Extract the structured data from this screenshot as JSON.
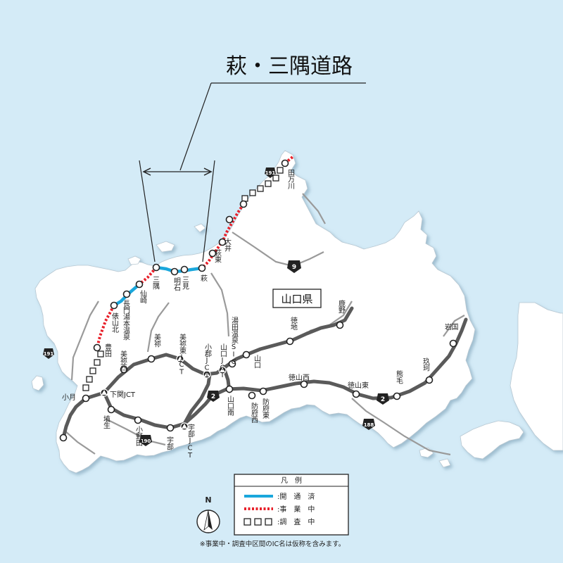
{
  "title": "萩・三隅道路",
  "prefecture_label": "山口県",
  "north_label": "N",
  "footnote": "※事業中・調査中区間のIC名は仮称を含みます。",
  "legend": {
    "heading": "凡　例",
    "items": [
      {
        "label": ":開　通　済",
        "status": "open",
        "color": "#1aa7dc"
      },
      {
        "label": ":事　業　中",
        "status": "construction",
        "color": "#e8202a"
      },
      {
        "label": ":調　査　中",
        "status": "survey",
        "color": "#222222"
      }
    ]
  },
  "route_shields": [
    {
      "number": "191",
      "type": "national",
      "at": "north-coast"
    },
    {
      "number": "9",
      "type": "national",
      "at": "central"
    },
    {
      "number": "191",
      "type": "national",
      "at": "west-coast"
    },
    {
      "number": "2",
      "type": "national",
      "at": "shin-yamaguchi"
    },
    {
      "number": "2",
      "type": "national",
      "at": "shunan"
    },
    {
      "number": "188",
      "type": "national",
      "at": "south-east"
    },
    {
      "number": "190",
      "type": "national",
      "at": "onoda"
    }
  ],
  "labels": [
    {
      "text": "田万川"
    },
    {
      "text": "大井"
    },
    {
      "text": "萩東"
    },
    {
      "text": "萩"
    },
    {
      "text": "三見"
    },
    {
      "text": "明石"
    },
    {
      "text": "三隅"
    },
    {
      "text": "仙崎"
    },
    {
      "text": "長門湯本温泉"
    },
    {
      "text": "俵山北"
    },
    {
      "text": "豊田"
    },
    {
      "text": "美祢西"
    },
    {
      "text": "美祢"
    },
    {
      "text": "美祢東JCT"
    },
    {
      "text": "小郡JCT"
    },
    {
      "text": "山口JCT"
    },
    {
      "text": "湯田温泉SIC"
    },
    {
      "text": "山口"
    },
    {
      "text": "徳地"
    },
    {
      "text": "鹿野"
    },
    {
      "text": "岩国"
    },
    {
      "text": "玖珂"
    },
    {
      "text": "熊毛"
    },
    {
      "text": "徳山東"
    },
    {
      "text": "徳山西"
    },
    {
      "text": "防府東"
    },
    {
      "text": "防府西"
    },
    {
      "text": "山口南"
    },
    {
      "text": "宇部JCT"
    },
    {
      "text": "宇部"
    },
    {
      "text": "小野田"
    },
    {
      "text": "埴生"
    },
    {
      "text": "下関JCT"
    },
    {
      "text": "小月"
    }
  ]
}
